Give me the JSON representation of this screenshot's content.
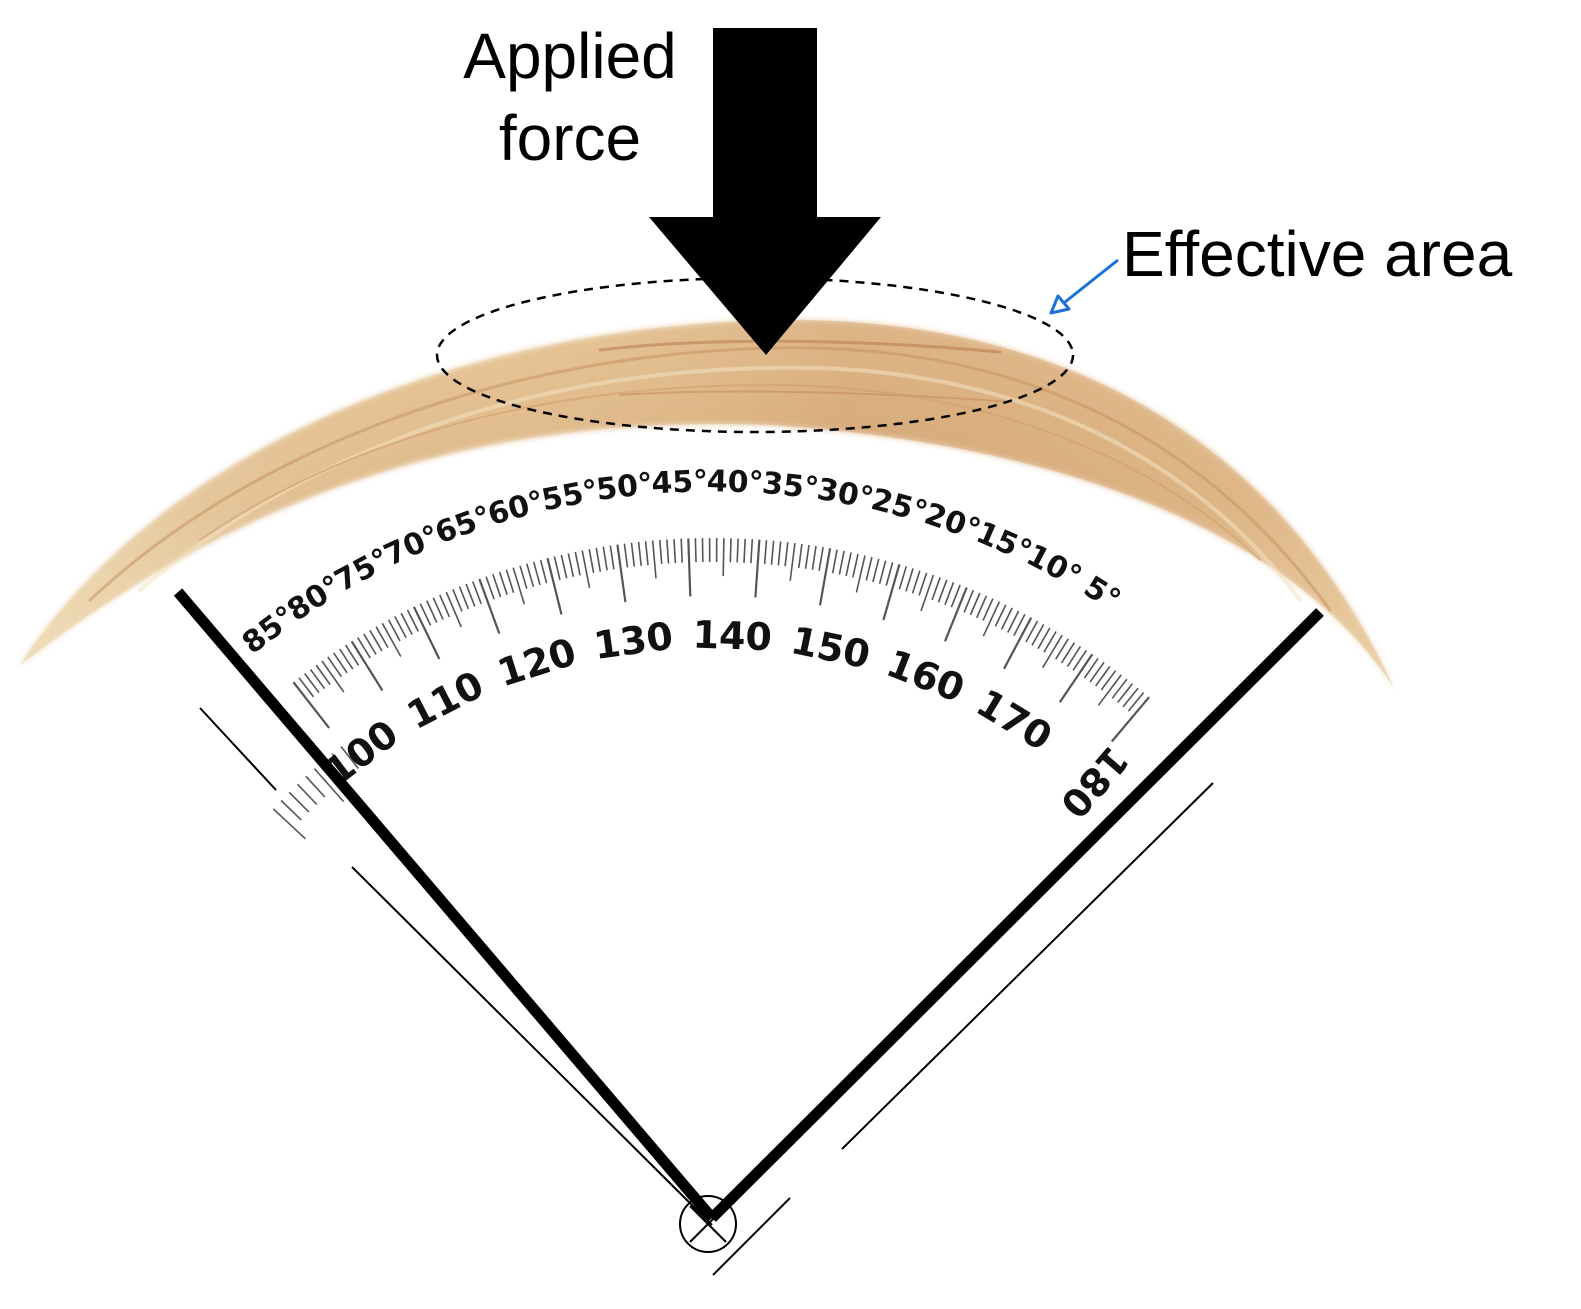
{
  "labels": {
    "applied_force_line1": "Applied",
    "applied_force_line2": "force",
    "effective_area": "Effective area"
  },
  "scale": {
    "degree_labels": [
      "85°",
      "80°",
      "75°",
      "70°",
      "65°",
      "60°",
      "55°",
      "50°",
      "45°",
      "40°",
      "35°",
      "30°",
      "25°",
      "20°",
      "15°",
      "10°",
      "5°"
    ],
    "number_labels": [
      "100",
      "110",
      "120",
      "130",
      "140",
      "150",
      "160",
      "170",
      "180"
    ]
  },
  "colors": {
    "bone_light": "#ecd3a6",
    "bone_mid": "#ddb483",
    "bone_dark": "#c99566",
    "pointer_arrow": "#1a72d8",
    "tick": "#555555",
    "ink": "#000000"
  }
}
